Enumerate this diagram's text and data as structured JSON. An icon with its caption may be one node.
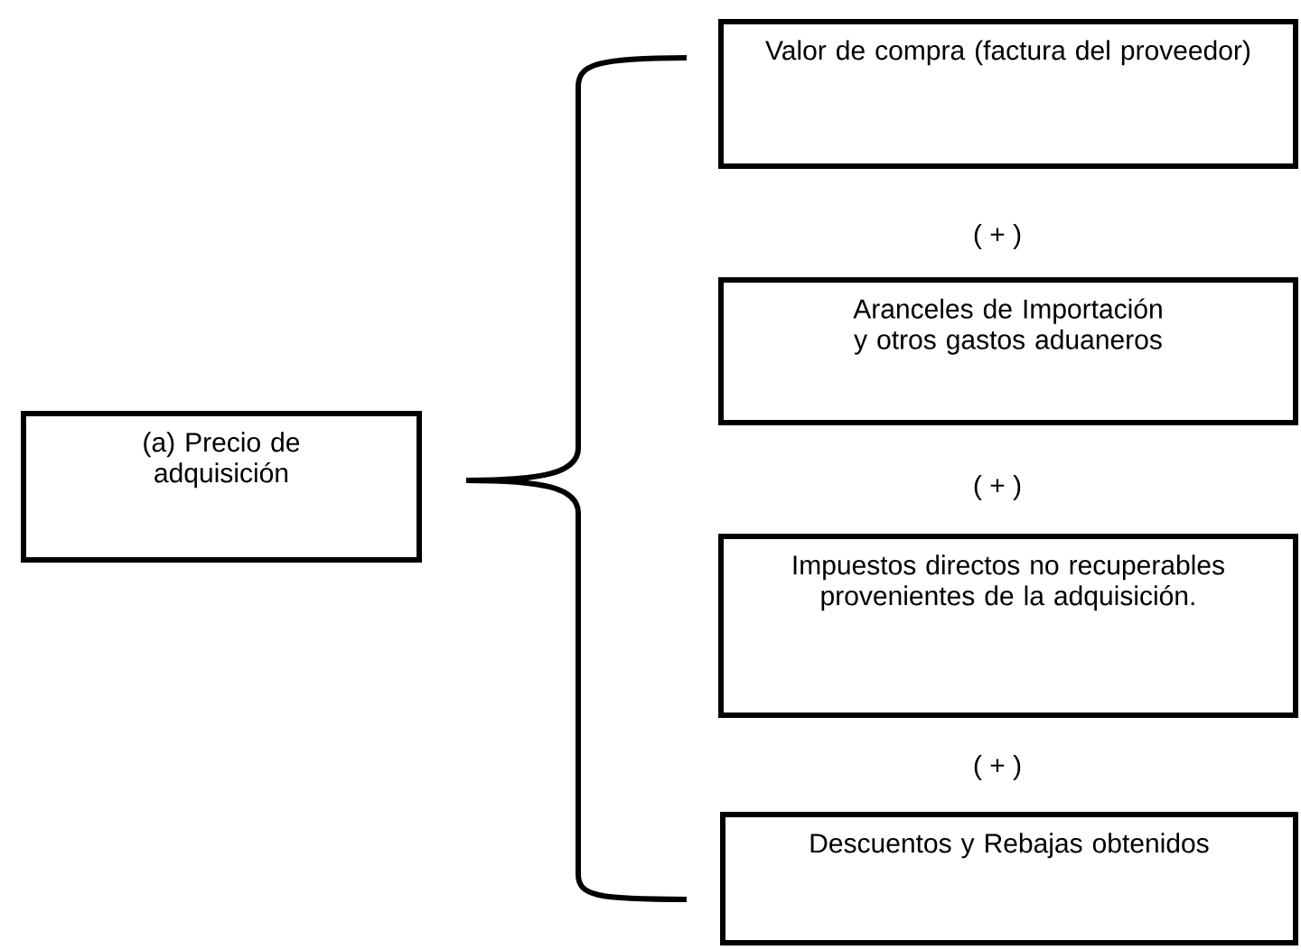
{
  "diagram": {
    "nodes": [
      {
        "text": [
          "(a) Precio de adquisición"
        ]
      },
      {
        "text": [
          "Valor de compra (factura del proveedor)"
        ]
      },
      {
        "text": [
          "Aranceles de Importación y otros gastos aduaneros"
        ]
      },
      {
        "text": [
          "Impuestos directos no recuperables provenientes de la adquisición."
        ]
      },
      {
        "text": [
          "Descuentos y Rebajas obtenidos"
        ]
      }
    ],
    "labels": [
      "( + )",
      "( + )",
      "( + )"
    ]
  }
}
